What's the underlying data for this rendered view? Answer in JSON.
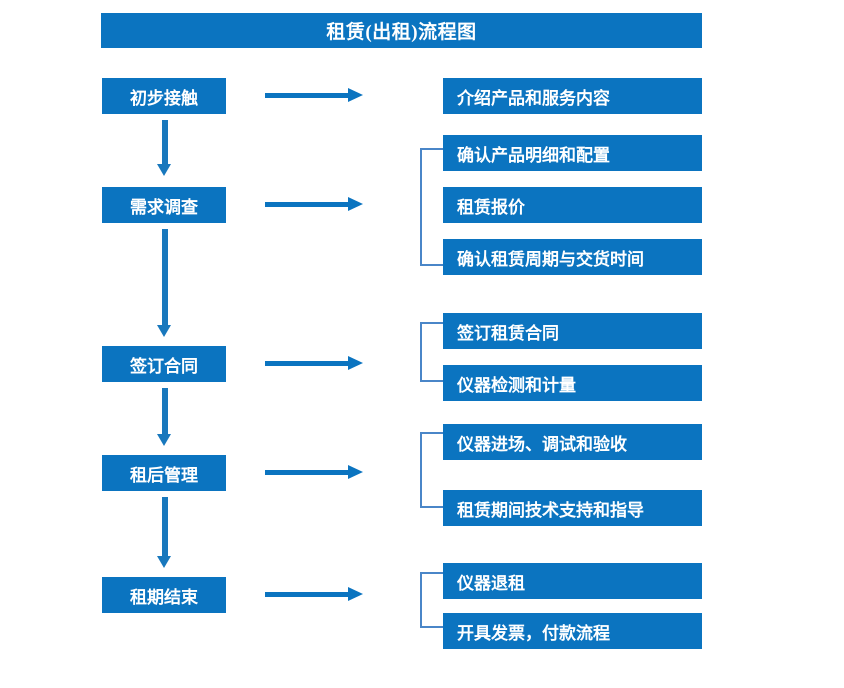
{
  "diagram": {
    "title": "租赁(出租)流程图",
    "accent_color": "#0b74c0",
    "bracket_color": "#4a86c8",
    "arrow_color": "#1878bd",
    "background_color": "#ffffff",
    "stages": [
      {
        "id": "stage-1",
        "label": "初步接触",
        "details": [
          "介绍产品和服务内容"
        ],
        "bracketed": false
      },
      {
        "id": "stage-2",
        "label": "需求调查",
        "details": [
          "确认产品明细和配置",
          "租赁报价",
          "确认租赁周期与交货时间"
        ],
        "bracketed": true
      },
      {
        "id": "stage-3",
        "label": "签订合同",
        "details": [
          "签订租赁合同",
          "仪器检测和计量"
        ],
        "bracketed": true
      },
      {
        "id": "stage-4",
        "label": "租后管理",
        "details": [
          "仪器进场、调试和验收",
          "租赁期间技术支持和指导"
        ],
        "bracketed": true
      },
      {
        "id": "stage-5",
        "label": "租期结束",
        "details": [
          "仪器退租",
          "开具发票，付款流程"
        ],
        "bracketed": true
      }
    ],
    "detail_boxes": [
      "介绍产品和服务内容",
      "确认产品明细和配置",
      "租赁报价",
      "确认租赁周期与交货时间",
      "签订租赁合同",
      "仪器检测和计量",
      "仪器进场、调试和验收",
      "租赁期间技术支持和指导",
      "仪器退租",
      "开具发票，付款流程"
    ]
  }
}
